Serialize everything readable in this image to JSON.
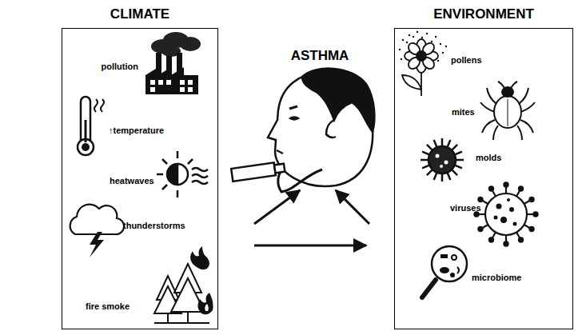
{
  "diagram": {
    "nodes": [
      {
        "text": [
          "CLIMATE"
        ]
      },
      {
        "text": [
          "ASTHMA"
        ]
      },
      {
        "text": [
          "ENVIRONMENT"
        ]
      }
    ],
    "edges": [
      {
        "from": 0,
        "to": 1,
        "arrow": "to"
      },
      {
        "from": 2,
        "to": 1,
        "arrow": "to"
      },
      {
        "from": 0,
        "to": 2,
        "arrow": "to"
      }
    ],
    "labels": [
      "pollution",
      "↑temperature",
      "heatwaves",
      "thunderstorms",
      "fire smoke",
      "pollens",
      "mites",
      "molds",
      "viruses",
      "microbiome"
    ]
  }
}
